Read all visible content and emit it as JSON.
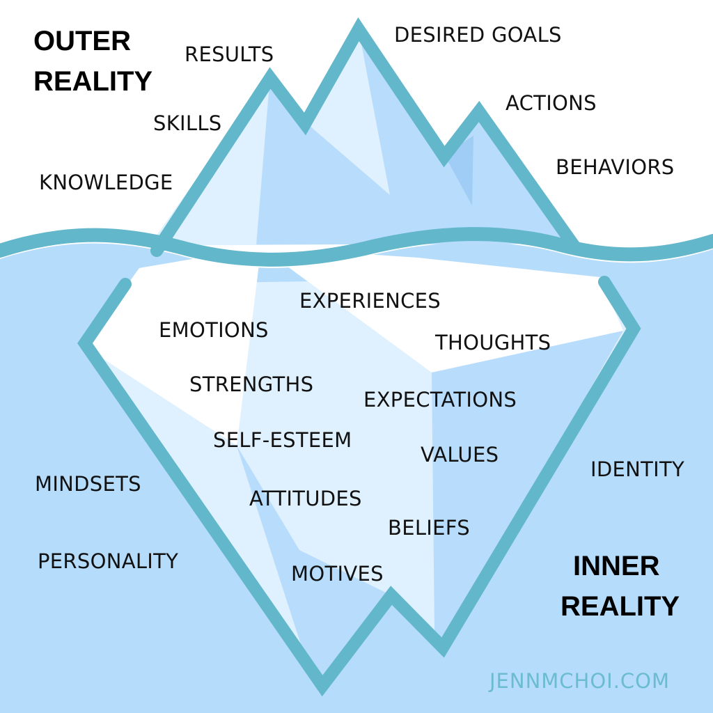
{
  "colors": {
    "water": "#b6dcfb",
    "iceberg_outline": "#62b7ca",
    "ice_light": "#dff0fe",
    "ice_mid": "#b8dcfb",
    "ice_white": "#ffffff",
    "ice_accent": "#9fcdf6",
    "credit": "#6cbcd0"
  },
  "headings": {
    "outer": {
      "line1": "OUTER",
      "line2": "REALITY"
    },
    "inner": {
      "line1": "INNER",
      "line2": "REALITY"
    }
  },
  "outer_items": {
    "results": "RESULTS",
    "desired_goals": "DESIRED GOALS",
    "skills": "SKILLS",
    "actions": "ACTIONS",
    "knowledge": "KNOWLEDGE",
    "behaviors": "BEHAVIORS"
  },
  "inner_items": {
    "experiences": "EXPERIENCES",
    "emotions": "EMOTIONS",
    "thoughts": "THOUGHTS",
    "strengths": "STRENGTHS",
    "expectations": "EXPECTATIONS",
    "self_esteem": "SELF-ESTEEM",
    "values": "VALUES",
    "identity": "IDENTITY",
    "mindsets": "MINDSETS",
    "attitudes": "ATTITUDES",
    "beliefs": "BELIEFS",
    "personality": "PERSONALITY",
    "motives": "MOTIVES"
  },
  "credit": "JENNMCHOI.COM"
}
